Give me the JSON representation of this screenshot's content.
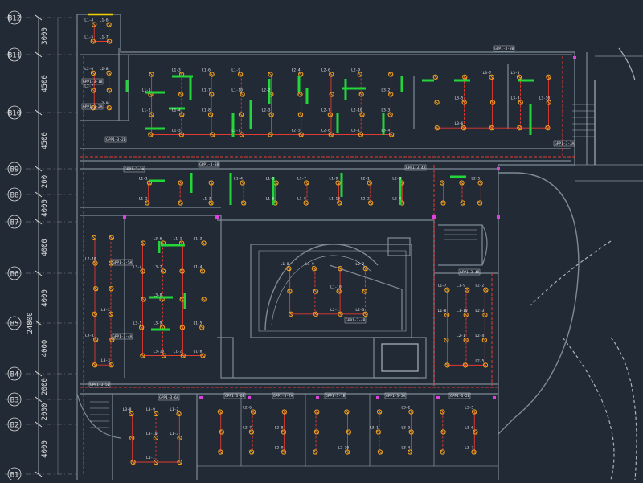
{
  "colors": {
    "background": "#222a36",
    "wall": "#7d8b96",
    "wall_light": "#a7b3bb",
    "circuit": "#e6392f",
    "light_fixture": "#f0a020",
    "fluorescent": "#22d63a",
    "cabinet_tag": "#e8e8e8",
    "axis_text": "#e0e0e0",
    "grid_line": "#8a8a8a",
    "highlight": "#f5d000",
    "magenta": "#e040e0"
  },
  "axis": {
    "labels": [
      "B12",
      "B11",
      "B10",
      "B9",
      "B8",
      "B7",
      "B6",
      "B5",
      "B4",
      "B3",
      "B2",
      "B1"
    ],
    "dimensions": [
      "3000",
      "4500",
      "4500",
      "200",
      "4000",
      "4000",
      "4000",
      "4000",
      "2000",
      "2000",
      "4000"
    ],
    "total": "24800"
  },
  "circuit_labels": [
    "L1-1",
    "L1-2",
    "L1-3",
    "L1-4",
    "L1-5",
    "L1-6",
    "L1-7",
    "L1-8",
    "L1-9",
    "L1-10",
    "L2-1",
    "L2-2",
    "L2-3",
    "L2-4",
    "L2-5",
    "L2-6",
    "L2-7",
    "L2-8",
    "L2-9",
    "L2-10",
    "L3-1",
    "L3-2",
    "L3-3",
    "L3-4",
    "L3-5",
    "L3-6",
    "L3-7",
    "L3-8",
    "L3-9",
    "L3-10"
  ],
  "cabinet_labels": [
    "GPP1-3-1B",
    "GPP1-3-2A",
    "GPP1-3-2B",
    "GPP1-3-3A",
    "GPP1-3-3B",
    "GPP1-3-4A",
    "GPP1-3-4B",
    "GPP1-3-5A",
    "GPP1-3-5B",
    "GPP1-3-6A",
    "GPP1-3-6B",
    "GPP1-3-7A"
  ]
}
